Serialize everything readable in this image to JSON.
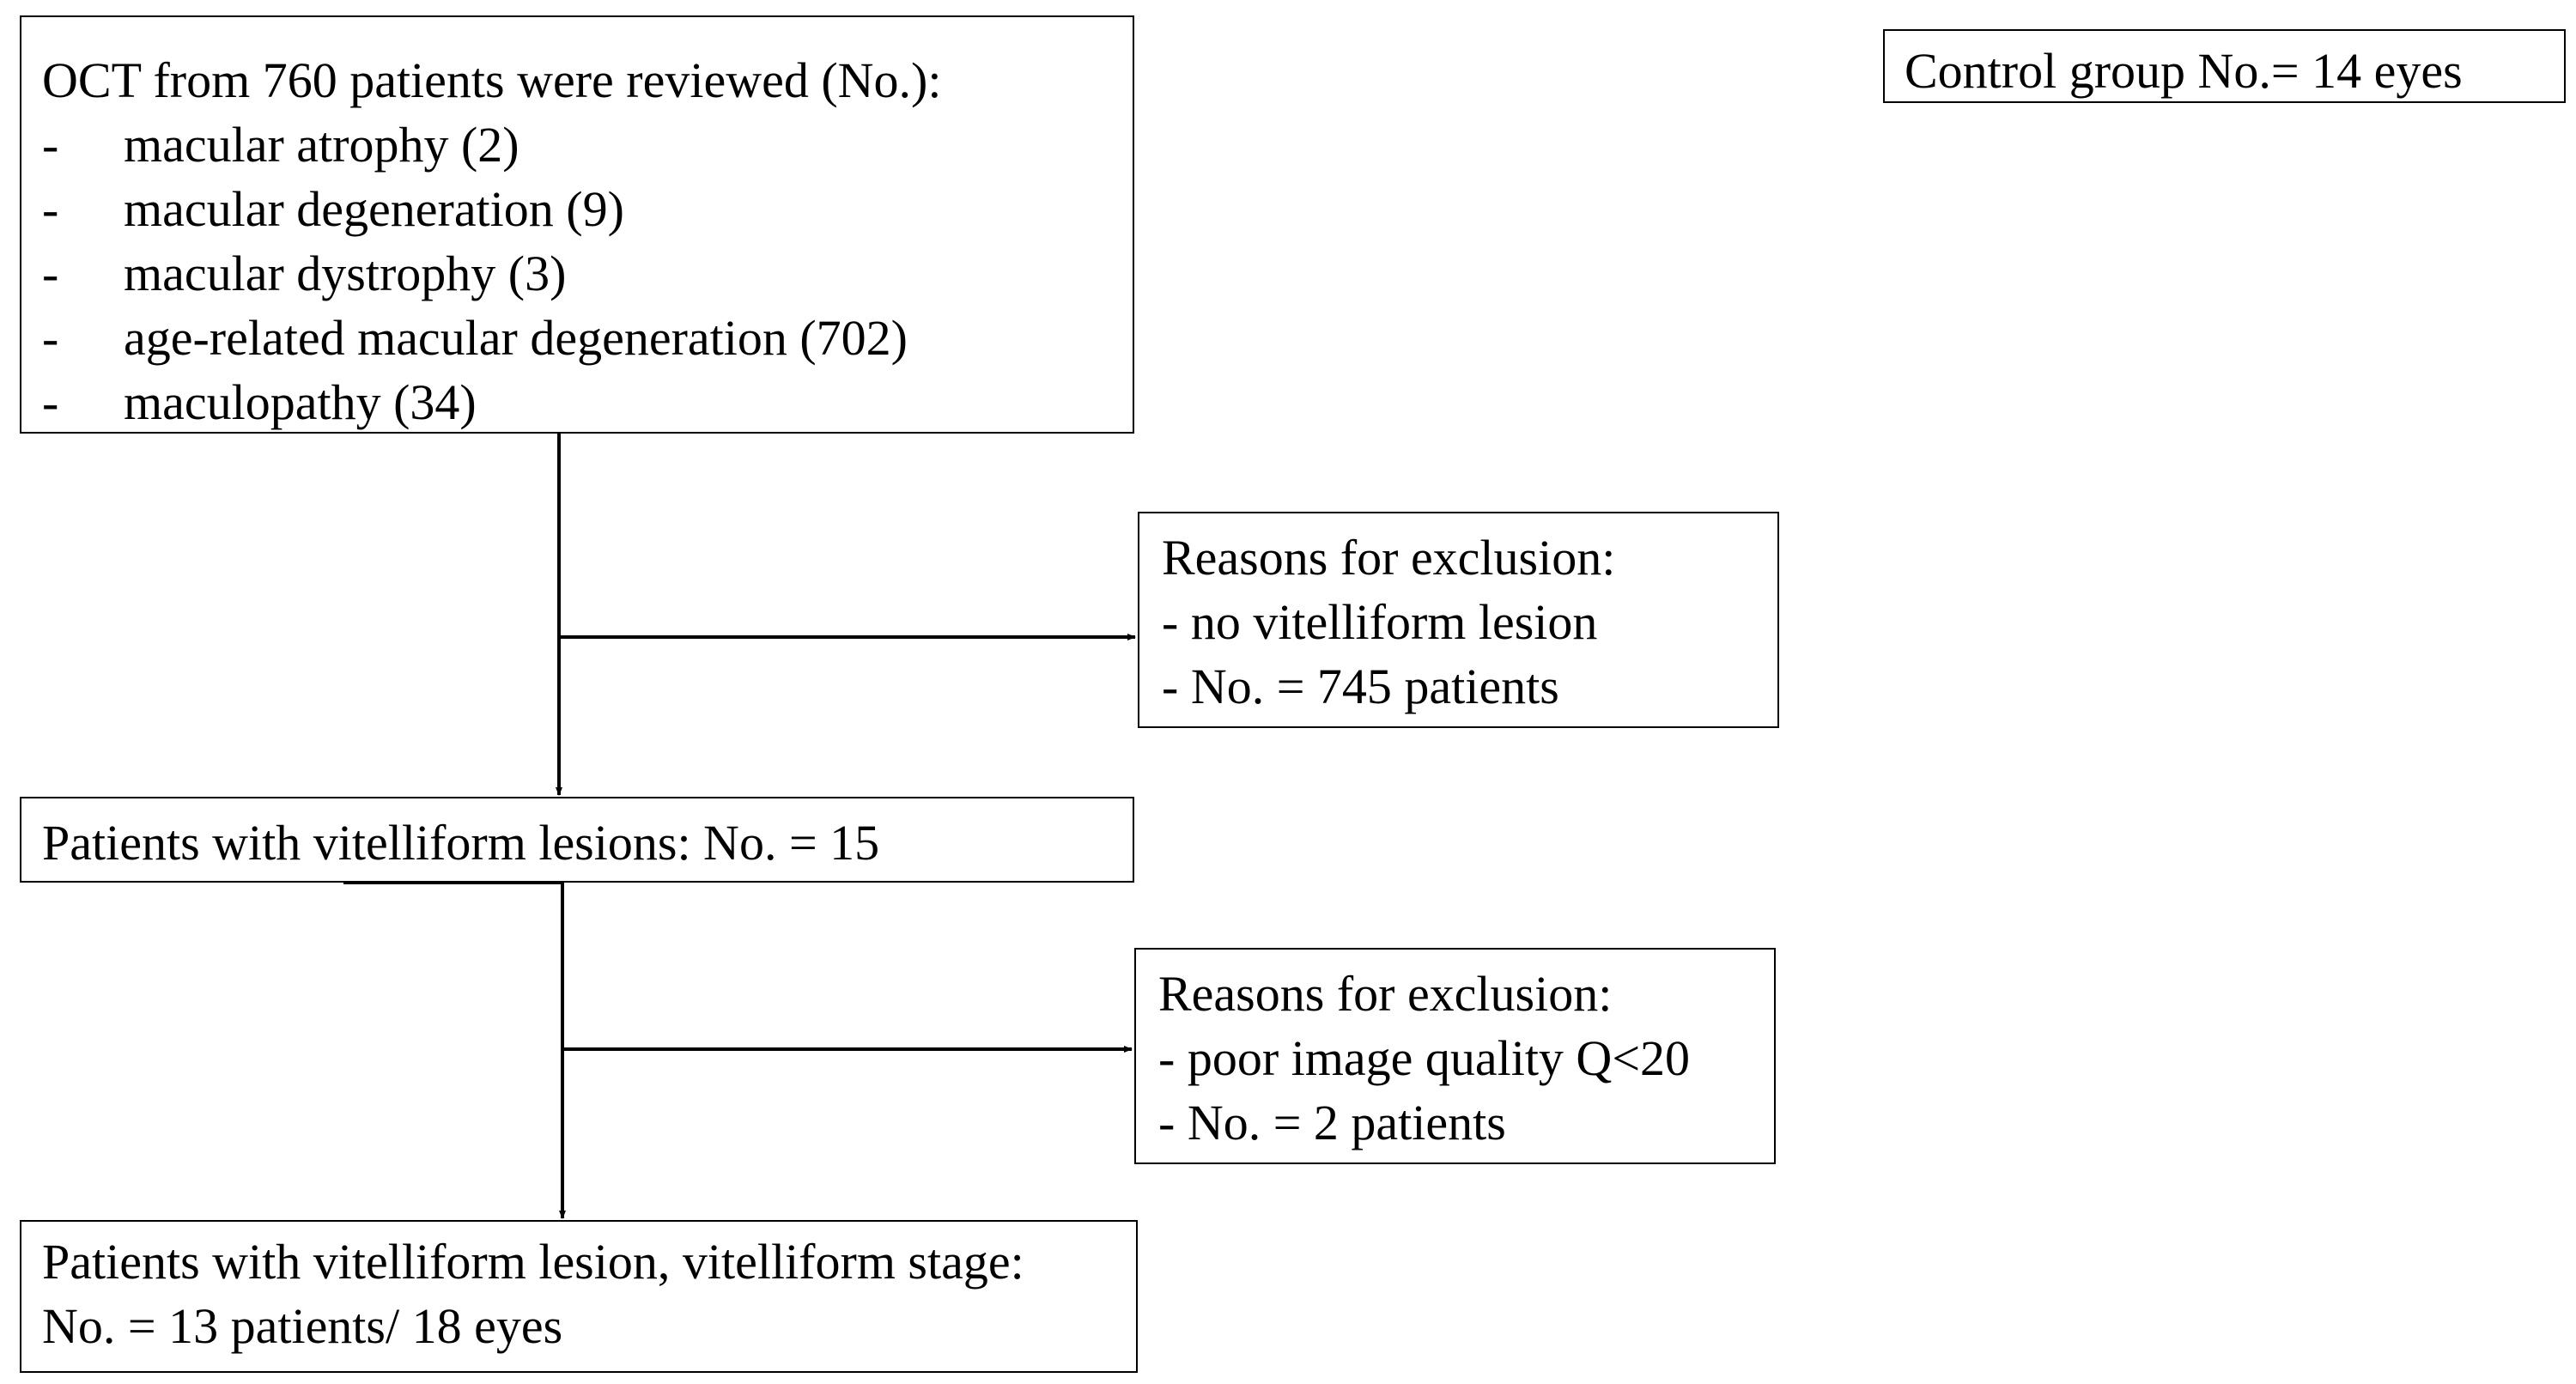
{
  "review_box": {
    "heading": "OCT from 760 patients were reviewed (No.):",
    "bullet": "-",
    "items": [
      "macular atrophy (2)",
      "macular degeneration (9)",
      "macular dystrophy (3)",
      "age-related macular degeneration (702)",
      "maculopathy (34)"
    ]
  },
  "control_box": {
    "text": "Control group No.= 14 eyes"
  },
  "exclusion_1": {
    "heading": "Reasons for exclusion:",
    "lines": [
      "- no vitelliform lesion",
      "- No. = 745 patients"
    ]
  },
  "vitelliform_box": {
    "text": "Patients with vitelliform lesions: No. = 15"
  },
  "exclusion_2": {
    "heading": "Reasons for exclusion:",
    "lines": [
      "- poor image quality Q<20",
      "- No. = 2 patients"
    ]
  },
  "final_box": {
    "lines": [
      "Patients with vitelliform lesion, vitelliform stage:",
      "No. = 13 patients/ 18 eyes"
    ]
  }
}
